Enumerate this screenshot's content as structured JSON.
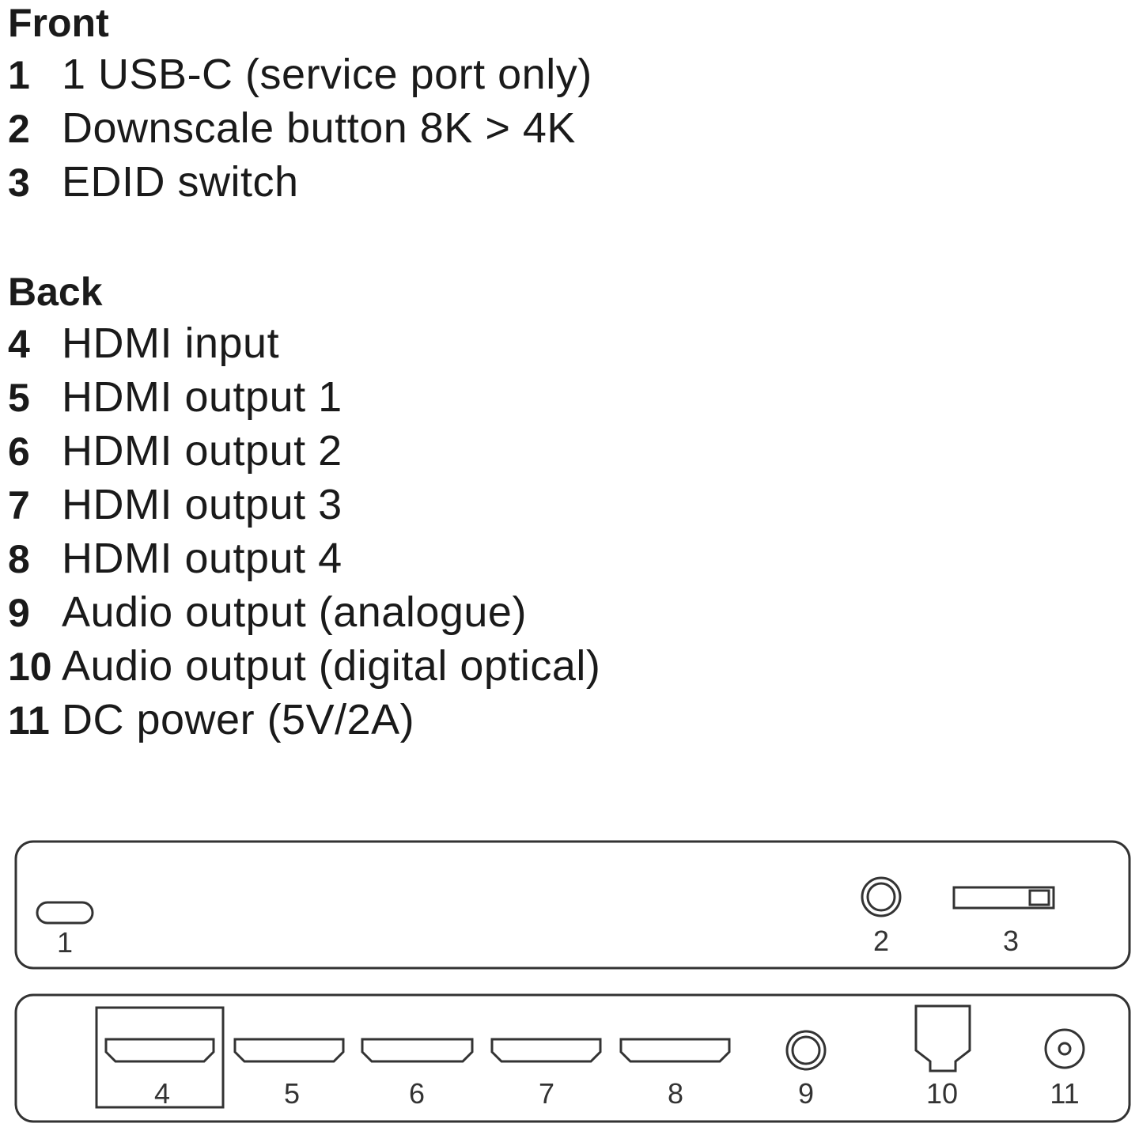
{
  "front": {
    "heading": "Front",
    "items": [
      {
        "num": "1",
        "label": "1 USB-C (service port only)"
      },
      {
        "num": "2",
        "label": "Downscale button 8K > 4K"
      },
      {
        "num": "3",
        "label": "EDID switch"
      }
    ]
  },
  "back": {
    "heading": "Back",
    "items": [
      {
        "num": "4",
        "label": "HDMI input"
      },
      {
        "num": "5",
        "label": "HDMI output 1"
      },
      {
        "num": "6",
        "label": "HDMI output 2"
      },
      {
        "num": "7",
        "label": "HDMI output 3"
      },
      {
        "num": "8",
        "label": "HDMI output 4"
      },
      {
        "num": "9",
        "label": "Audio output (analogue)"
      },
      {
        "num": "10",
        "label": "Audio output (digital optical)"
      },
      {
        "num": "11",
        "label": "DC power (5V/2A)"
      }
    ]
  },
  "diagram": {
    "front_panel": {
      "usb_c": "1",
      "downscale_button": "2",
      "edid_switch": "3"
    },
    "back_panel": {
      "hdmi_input": "4",
      "hdmi_output_1": "5",
      "hdmi_output_2": "6",
      "hdmi_output_3": "7",
      "hdmi_output_4": "8",
      "audio_analogue": "9",
      "audio_optical": "10",
      "dc_power": "11"
    }
  }
}
